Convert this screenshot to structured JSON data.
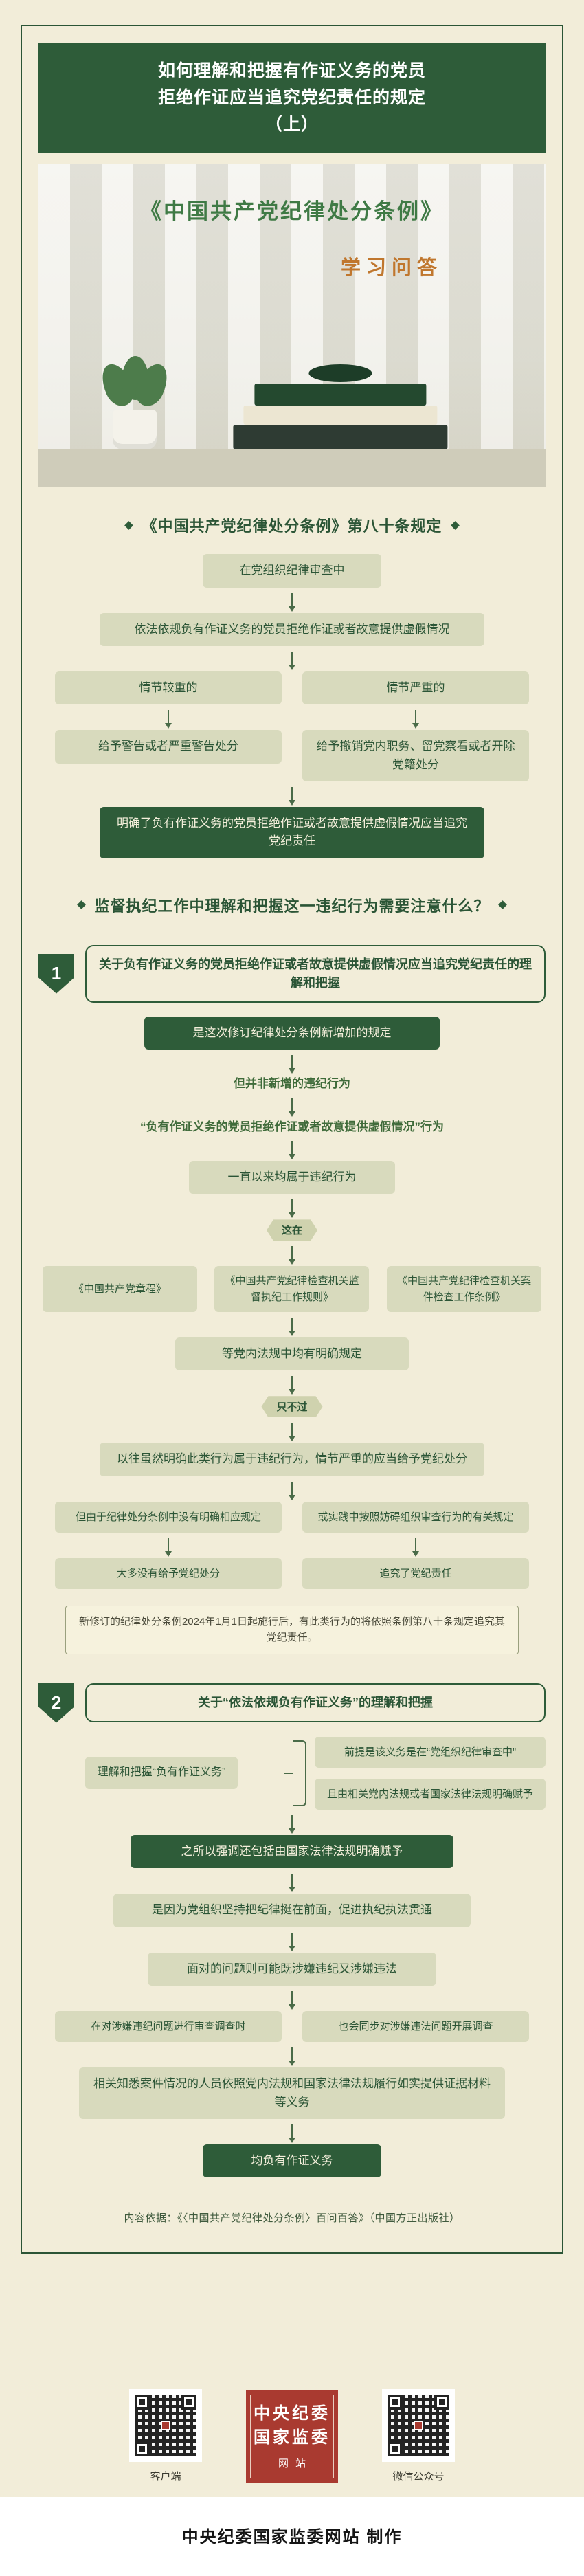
{
  "page": {
    "title_line1": "如何理解和把握有作证义务的党员",
    "title_line2": "拒绝作证应当追究党纪责任的规定",
    "title_line3": "（上）"
  },
  "cover": {
    "book_title": "《中国共产党纪律处分条例》",
    "subtitle": "学习问答"
  },
  "section1": {
    "heading": "《中国共产党纪律处分条例》第八十条规定",
    "flow": {
      "step1": "在党组织纪律审查中",
      "step2": "依法依规负有作证义务的党员拒绝作证或者故意提供虚假情况",
      "left_cond": "情节较重的",
      "right_cond": "情节严重的",
      "left_result": "给予警告或者严重警告处分",
      "right_result": "给予撤销党内职务、留党察看或者开除党籍处分",
      "conclusion": "明确了负有作证义务的党员拒绝作证或者故意提供虚假情况应当追究党纪责任"
    }
  },
  "section2": {
    "heading": "监督执纪工作中理解和把握这一违纪行为需要注意什么？",
    "item1": {
      "number": "1",
      "title": "关于负有作证义务的党员拒绝作证或者故意提供虚假情况应当追究党纪责任的理解和把握",
      "highlight": "是这次修订纪律处分条例新增加的规定",
      "note": "但并非新增的违纪行为",
      "quote": "“负有作证义务的党员拒绝作证或者故意提供虚假情况”行为",
      "always": "一直以来均属于违纪行为",
      "connector1": "这在",
      "regulations": [
        "《中国共产党章程》",
        "《中国共产党纪律检查机关监督执纪工作规则》",
        "《中国共产党纪律检查机关案件检查工作条例》"
      ],
      "reg_note": "等党内法规中均有明确规定",
      "connector2": "只不过",
      "past": "以往虽然明确此类行为属于违纪行为，情节严重的应当给予党纪处分",
      "left_top": "但由于纪律处分条例中没有明确相应规定",
      "left_bottom": "大多没有给予党纪处分",
      "right_top": "或实践中按照妨碍组织审查行为的有关规定",
      "right_bottom": "追究了党纪责任",
      "final_note": "新修订的纪律处分条例2024年1月1日起施行后，有此类行为的将依照条例第八十条规定追究其党纪责任。"
    },
    "item2": {
      "number": "2",
      "title": "关于“依法依规负有作证义务”的理解和把握",
      "grasp": "理解和把握“负有作证义务”",
      "premise1": "前提是该义务是在“党组织纪律审查中”",
      "premise2": "且由相关党内法规或者国家法律法规明确赋予",
      "highlight": "之所以强调还包括由国家法律法规明确赋予",
      "reason1": "是因为党组织坚持把纪律挺在前面，促进执纪执法贯通",
      "reason2": "面对的问题则可能既涉嫌违纪又涉嫌违法",
      "parallel_left": "在对涉嫌违纪问题进行审查调查时",
      "parallel_right": "也会同步对涉嫌违法问题开展调查",
      "wide": "相关知悉案件情况的人员依照党内法规和国家法律法规履行如实提供证据材料等义务",
      "conclusion": "均负有作证义务"
    }
  },
  "source": {
    "text": "内容依据：《〈中国共产党纪律处分条例〉百问百答》（中国方正出版社）"
  },
  "footer": {
    "qr_left_label": "客户端",
    "qr_right_label": "微信公众号",
    "logo_line1": "中央纪委",
    "logo_line2": "国家监委",
    "logo_line3": "网站",
    "credit": "中央纪委国家监委网站 制作"
  }
}
